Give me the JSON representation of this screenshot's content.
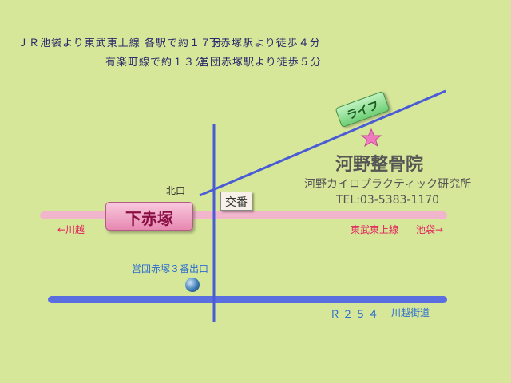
{
  "route_info": {
    "line1": "ＪＲ池袋より東武東上線 各駅で約１７分",
    "line2": "有楽町線で約１３分",
    "line3": "下赤塚駅より徒歩４分",
    "line4": "営団赤塚駅より徒歩５分"
  },
  "labels": {
    "station": "下赤塚",
    "north_exit": "北口",
    "koban": "交番",
    "life": "ライフ",
    "clinic_name": "河野整骨院",
    "clinic_sub": "河野カイロプラクティック研究所",
    "clinic_tel": "TEL:03-5383-1170",
    "to_kawagoe": "←川越",
    "tobu_line": "東武東上線",
    "to_ikebukuro": "池袋→",
    "eidan_exit": "営団赤塚３番出口",
    "route254": "Ｒ２５４",
    "kawagoe_kaido": "川越街道"
  },
  "colors": {
    "background": "#d6e79a",
    "railway": "#f2b6cc",
    "road": "#5b6ee0",
    "route_line": "#4a5bd6",
    "star": "#f07ac0"
  }
}
